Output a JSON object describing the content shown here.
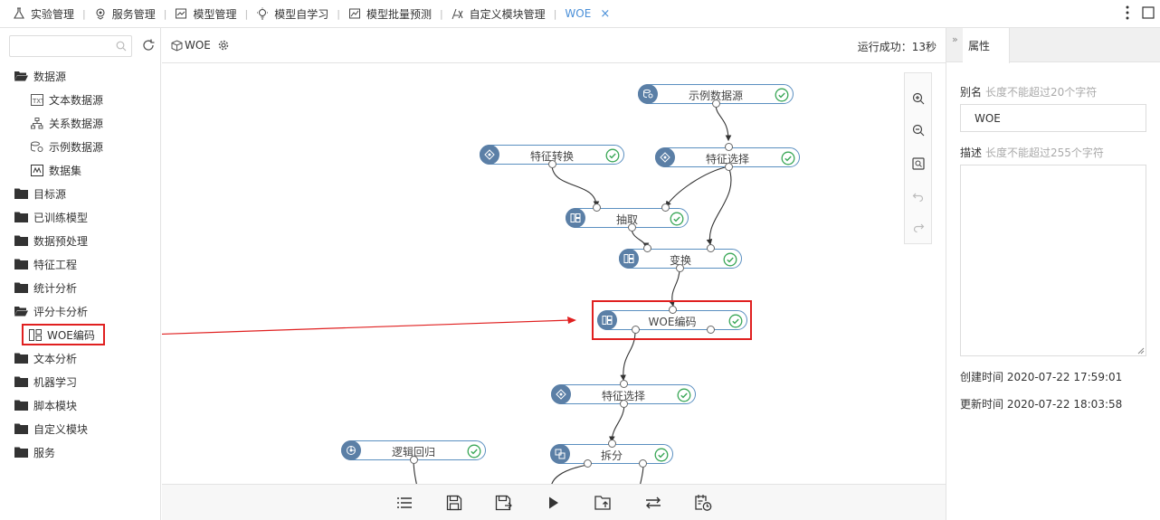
{
  "tabs": [
    {
      "label": "实验管理",
      "icon": "flask-icon"
    },
    {
      "label": "服务管理",
      "icon": "service-icon"
    },
    {
      "label": "模型管理",
      "icon": "model-icon"
    },
    {
      "label": "模型自学习",
      "icon": "bulb-icon"
    },
    {
      "label": "模型批量预测",
      "icon": "chart-icon"
    },
    {
      "label": "自定义模块管理",
      "icon": "formula-icon"
    },
    {
      "label": "WOE",
      "icon": "",
      "active": true
    }
  ],
  "tab_close": "×",
  "search": {
    "placeholder": ""
  },
  "tree": [
    {
      "label": "数据源",
      "level": 0,
      "icon": "folder-open-icon"
    },
    {
      "label": "文本数据源",
      "level": 1,
      "icon": "text-source-icon"
    },
    {
      "label": "关系数据源",
      "level": 1,
      "icon": "relation-source-icon"
    },
    {
      "label": "示例数据源",
      "level": 1,
      "icon": "sample-source-icon"
    },
    {
      "label": "数据集",
      "level": 1,
      "icon": "dataset-icon"
    },
    {
      "label": "目标源",
      "level": 0,
      "icon": "folder-icon"
    },
    {
      "label": "已训练模型",
      "level": 0,
      "icon": "folder-icon"
    },
    {
      "label": "数据预处理",
      "level": 0,
      "icon": "folder-icon"
    },
    {
      "label": "特征工程",
      "level": 0,
      "icon": "folder-icon"
    },
    {
      "label": "统计分析",
      "level": 0,
      "icon": "folder-icon"
    },
    {
      "label": "评分卡分析",
      "level": 0,
      "icon": "folder-open-icon"
    },
    {
      "label": "WOE编码",
      "level": 1,
      "icon": "module-icon",
      "highlight": true
    },
    {
      "label": "文本分析",
      "level": 0,
      "icon": "folder-icon"
    },
    {
      "label": "机器学习",
      "level": 0,
      "icon": "folder-icon"
    },
    {
      "label": "脚本模块",
      "level": 0,
      "icon": "folder-icon"
    },
    {
      "label": "自定义模块",
      "level": 0,
      "icon": "folder-icon"
    },
    {
      "label": "服务",
      "level": 0,
      "icon": "folder-icon"
    }
  ],
  "canvas": {
    "title": "WOE",
    "status": "运行成功：13秒",
    "nodes": {
      "sample_source": "示例数据源",
      "feature_transform": "特征转换",
      "feature_select_1": "特征选择",
      "extract": "抽取",
      "transform": "变换",
      "woe_encode": "WOE编码",
      "feature_select_2": "特征选择",
      "logistic": "逻辑回归",
      "split": "拆分"
    }
  },
  "properties": {
    "tab": "属性",
    "alias_label": "别名",
    "alias_hint": "长度不能超过20个字符",
    "alias_value": "WOE",
    "desc_label": "描述",
    "desc_hint": "长度不能超过255个字符",
    "created": "创建时间 2020-07-22 17:59:01",
    "updated": "更新时间 2020-07-22 18:03:58"
  },
  "colors": {
    "accent": "#4a8fd8",
    "highlight": "#e02020",
    "node_border": "#5a8fc0",
    "success": "#3aa757"
  }
}
